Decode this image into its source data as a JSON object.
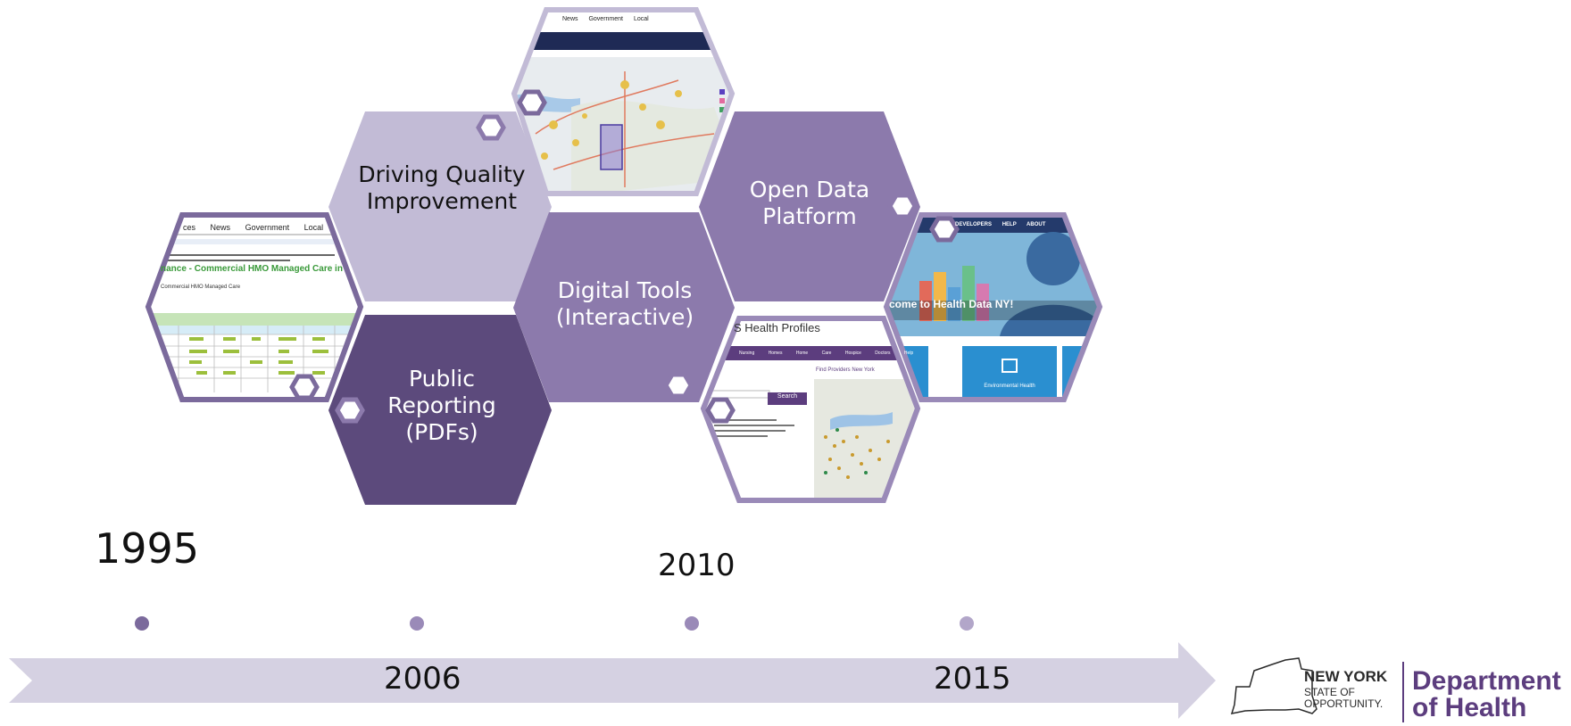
{
  "hexagons": {
    "driving_quality": {
      "label": "Driving Quality Improvement",
      "color": "#c2bbd6"
    },
    "public_reporting": {
      "label": "Public Reporting (PDFs)",
      "color": "#5c4a7c"
    },
    "digital_tools": {
      "label": "Digital Tools (Interactive)",
      "color": "#8c7aac"
    },
    "open_data": {
      "label": "Open Data Platform",
      "color": "#8c7aac"
    }
  },
  "screenshots": {
    "hmo_report": {
      "nav": [
        "ces",
        "News",
        "Government",
        "Local"
      ],
      "title": "nance - Commercial HMO Managed Care in",
      "subtitle": "Commercial HMO Managed Care"
    },
    "health_profiles": {
      "title": "S Health Profiles",
      "nav": [
        "Nursing Homes",
        "Home Care",
        "Hospice",
        "Doctors",
        "Help"
      ],
      "map_title": "Find Providers New York",
      "search_button": "Search"
    },
    "health_data_ny": {
      "nav": [
        "DEVELOPERS",
        "HELP",
        "ABOUT"
      ],
      "banner": "come to Health Data NY!",
      "tile": "Environmental Health"
    },
    "map_site": {
      "nav": [
        "News",
        "Government",
        "Local"
      ]
    }
  },
  "timeline": {
    "years": {
      "y1995": "1995",
      "y2006": "2006",
      "y2010": "2010",
      "y2015": "2015"
    },
    "arrow_color": "#d5d1e2",
    "dot_color": "#7b6a9c"
  },
  "logo": {
    "line1": "NEW YORK",
    "line2": "STATE OF",
    "line3": "OPPORTUNITY.",
    "dept1": "Department",
    "dept2": "of Health",
    "color": "#5c3d7e"
  },
  "colors": {
    "frame": "#7b6a9c",
    "badge": "#ffffff"
  }
}
